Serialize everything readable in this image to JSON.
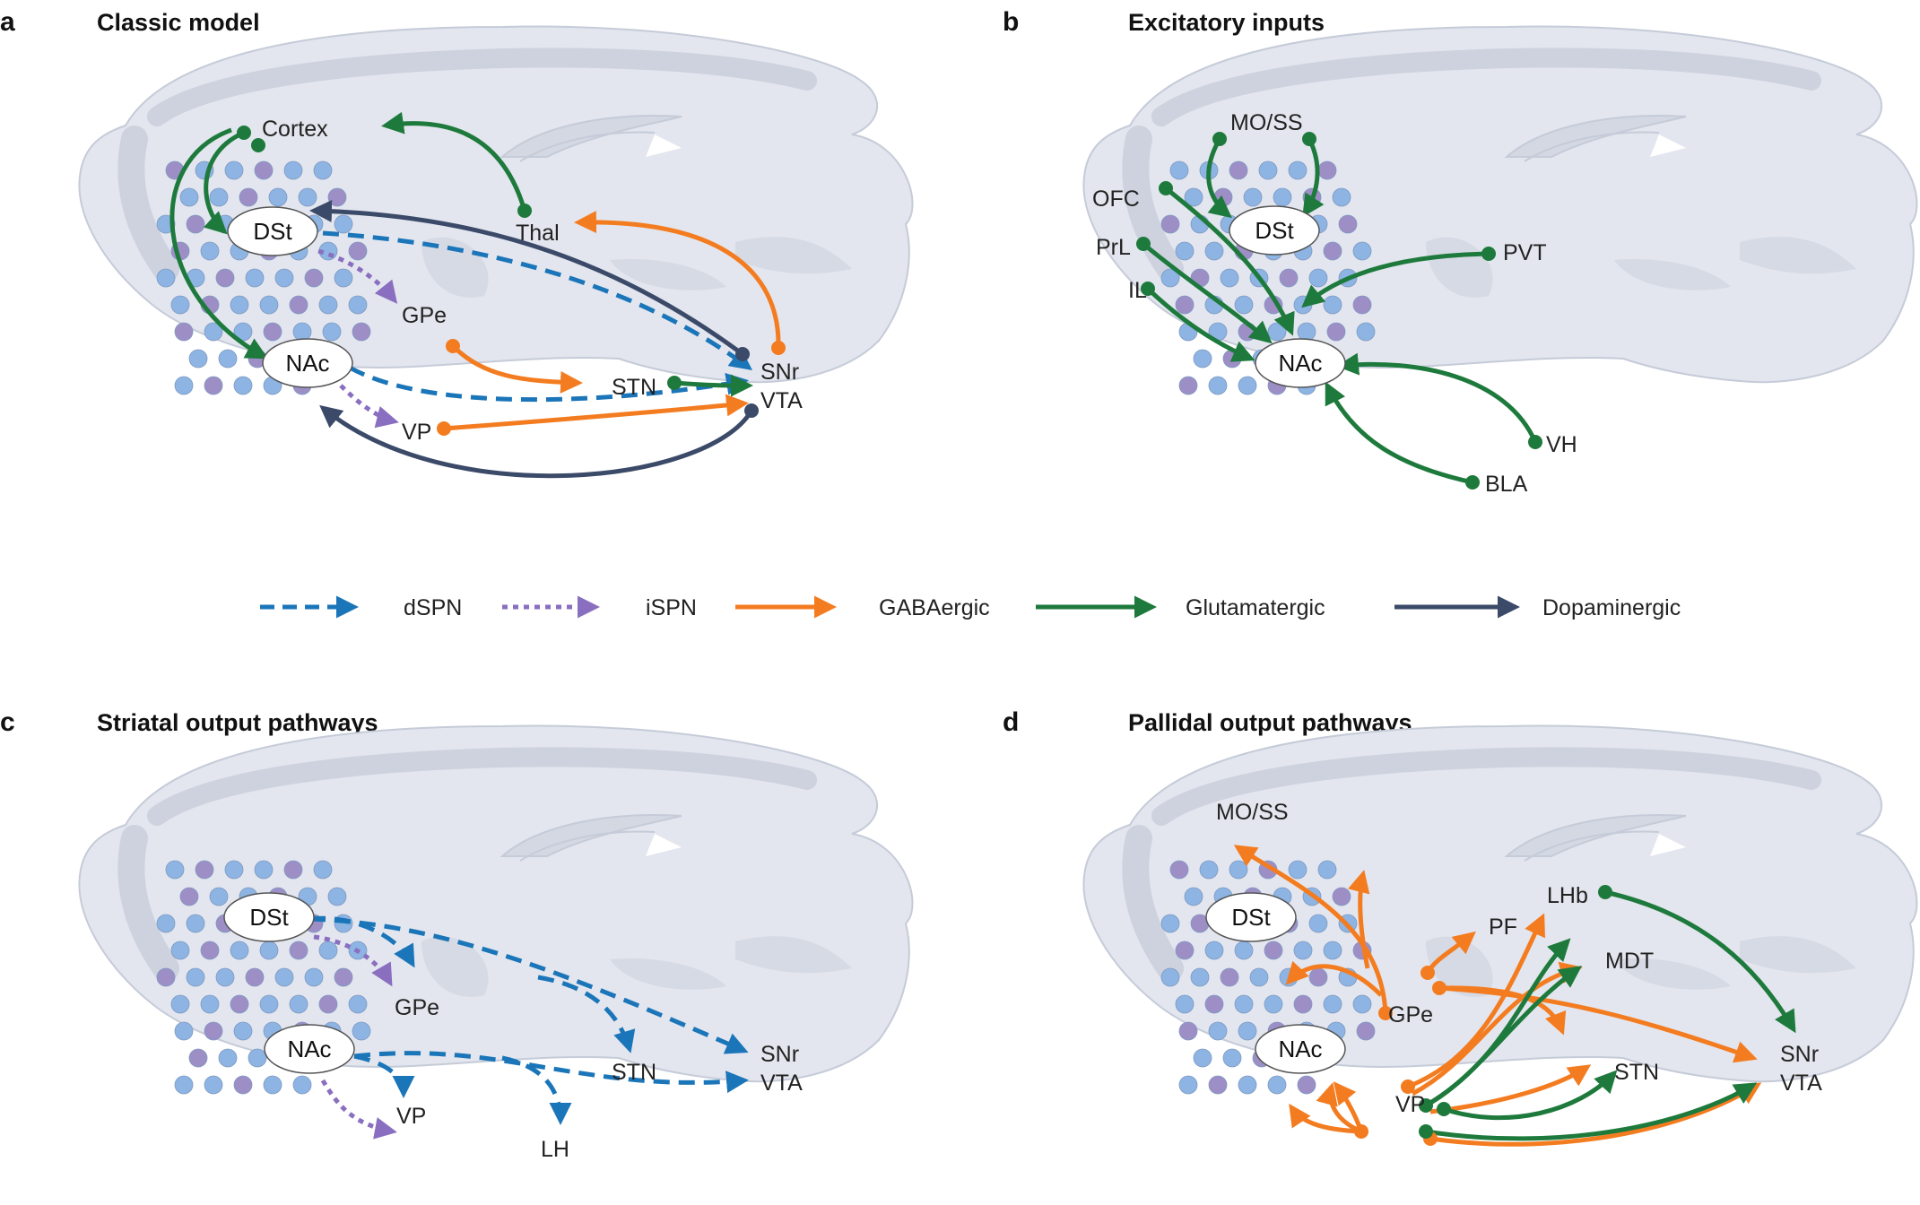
{
  "colors": {
    "dSPN": "#1b75b9",
    "iSPN": "#8a6fc0",
    "GABAergic": "#f47c20",
    "Glutamatergic": "#1e7a3c",
    "Dopaminergic": "#3b4a68",
    "brain": "#e3e6ee",
    "brain_dark": "#cdd2de",
    "cell_blue": "#8db4e2",
    "cell_purple": "#9d8fc6"
  },
  "legend": [
    {
      "key": "dSPN",
      "label": "dSPN",
      "style": "dashed"
    },
    {
      "key": "iSPN",
      "label": "iSPN",
      "style": "dotted"
    },
    {
      "key": "GABAergic",
      "label": "GABAergic",
      "style": "solid"
    },
    {
      "key": "Glutamatergic",
      "label": "Glutamatergic",
      "style": "solid"
    },
    {
      "key": "Dopaminergic",
      "label": "Dopaminergic",
      "style": "solid"
    }
  ],
  "panels": [
    {
      "id": "a",
      "letter": "a",
      "title": "Classic model",
      "ovals": [
        "DSt",
        "NAc"
      ],
      "regions": [
        "Cortex",
        "Thal",
        "GPe",
        "STN",
        "SNr",
        "VTA",
        "VP"
      ]
    },
    {
      "id": "b",
      "letter": "b",
      "title": "Excitatory inputs",
      "ovals": [
        "DSt",
        "NAc"
      ],
      "regions": [
        "MO/SS",
        "OFC",
        "PrL",
        "IL",
        "PVT",
        "VH",
        "BLA"
      ]
    },
    {
      "id": "c",
      "letter": "c",
      "title": "Striatal output pathways",
      "ovals": [
        "DSt",
        "NAc"
      ],
      "regions": [
        "GPe",
        "VP",
        "STN",
        "LH",
        "SNr",
        "VTA"
      ]
    },
    {
      "id": "d",
      "letter": "d",
      "title": "Pallidal output pathways",
      "ovals": [
        "DSt",
        "NAc"
      ],
      "regions": [
        "MO/SS",
        "PF",
        "LHb",
        "MDT",
        "GPe",
        "STN",
        "VP",
        "SNr",
        "VTA"
      ]
    }
  ]
}
